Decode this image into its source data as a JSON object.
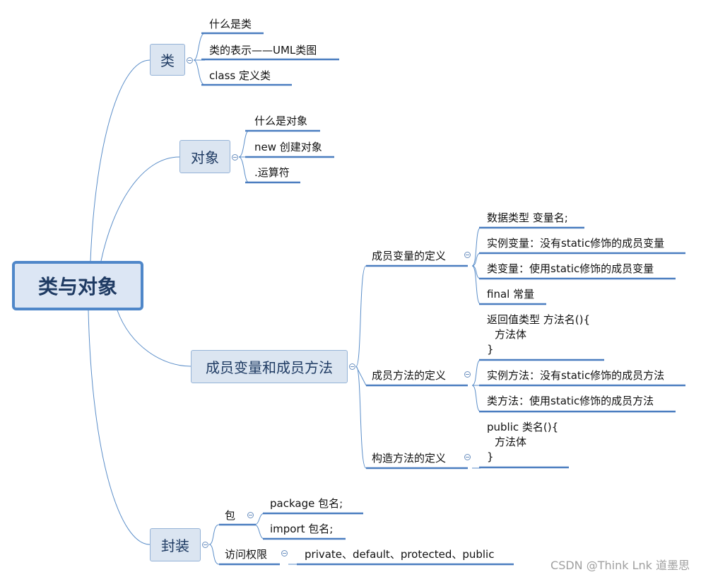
{
  "root": "类与对象",
  "branches": {
    "class": {
      "label": "类",
      "items": [
        "什么是类",
        "类的表示——UML类图",
        "class 定义类"
      ]
    },
    "object": {
      "label": "对象",
      "items": [
        "什么是对象",
        "new 创建对象",
        ".运算符"
      ]
    },
    "members": {
      "label": "成员变量和成员方法",
      "field_def": {
        "label": "成员变量的定义",
        "items": [
          "数据类型 变量名;",
          "实例变量：没有static修饰的成员变量",
          "类变量：使用static修饰的成员变量",
          "final 常量"
        ]
      },
      "method_def": {
        "label": "成员方法的定义",
        "syntax": [
          "返回值类型 方法名(){",
          "方法体",
          "}"
        ],
        "items": [
          "实例方法：没有static修饰的成员方法",
          "类方法：使用static修饰的成员方法"
        ]
      },
      "ctor_def": {
        "label": "构造方法的定义",
        "syntax": [
          "public 类名(){",
          "方法体",
          "}"
        ]
      }
    },
    "encapsulation": {
      "label": "封装",
      "package": {
        "label": "包",
        "items": [
          "package 包名;",
          "import 包名;"
        ]
      },
      "access": {
        "label": "访问权限",
        "value": "private、default、protected、public"
      }
    }
  },
  "watermark": "CSDN @Think Lnk 道墨思",
  "colors": {
    "connector": "#5b8ec9",
    "underline": "#4a7dc0",
    "root_border": "#4f87c9",
    "branch_fill": "#dbe5f1"
  }
}
